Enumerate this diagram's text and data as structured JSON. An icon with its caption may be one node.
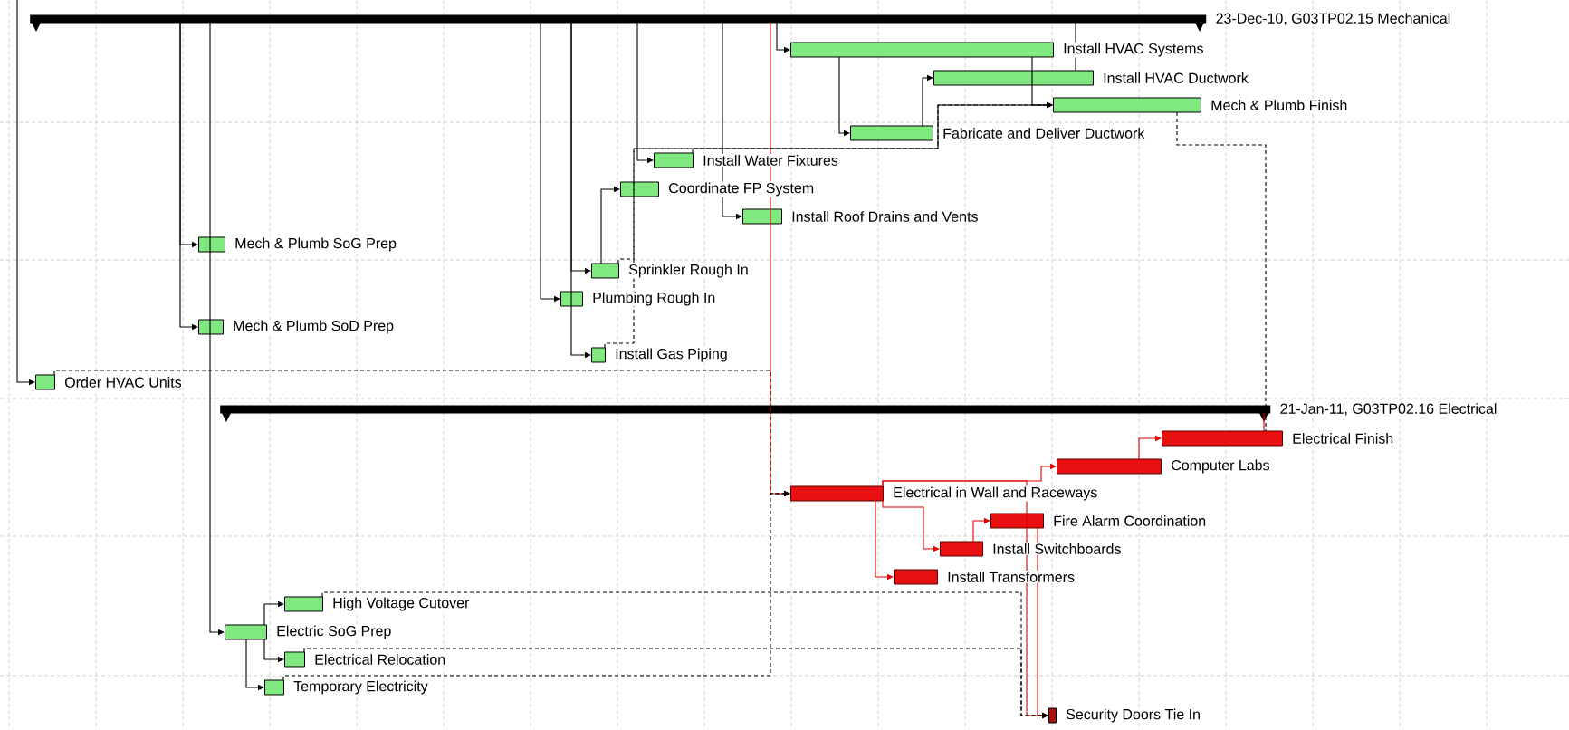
{
  "diagram": {
    "nodes": [
      {
        "text": [],
        "shape": "bar",
        "beside": [
          "23-Dec-10, G03TP02.15 Mechanical"
        ]
      },
      {
        "text": [],
        "shape": "bar",
        "beside": [
          "Install HVAC Systems"
        ]
      },
      {
        "text": [],
        "shape": "bar",
        "beside": [
          "Install HVAC Ductwork"
        ]
      },
      {
        "text": [],
        "shape": "bar",
        "beside": [
          "Mech & Plumb Finish"
        ]
      },
      {
        "text": [],
        "shape": "bar",
        "beside": [
          "Fabricate and Deliver Ductwork"
        ]
      },
      {
        "text": [],
        "shape": "bar",
        "beside": [
          "Install Water Fixtures"
        ]
      },
      {
        "text": [],
        "shape": "bar",
        "beside": [
          "Coordinate FP System"
        ]
      },
      {
        "text": [],
        "shape": "bar",
        "beside": [
          "Install Roof Drains and Vents"
        ]
      },
      {
        "text": [],
        "shape": "bar",
        "beside": [
          "Mech & Plumb SoG Prep"
        ]
      },
      {
        "text": [],
        "shape": "bar",
        "beside": [
          "Sprinkler Rough In"
        ]
      },
      {
        "text": [],
        "shape": "bar",
        "beside": [
          "Plumbing Rough In"
        ]
      },
      {
        "text": [],
        "shape": "bar",
        "beside": [
          "Mech & Plumb SoD Prep"
        ]
      },
      {
        "text": [],
        "shape": "bar",
        "beside": [
          "Install Gas Piping"
        ]
      },
      {
        "text": [],
        "shape": "bar",
        "beside": [
          "Order HVAC Units"
        ]
      },
      {
        "text": [],
        "shape": "bar",
        "beside": [
          "21-Jan-11, G03TP02.16 Electrical"
        ]
      },
      {
        "text": [],
        "shape": "bar",
        "beside": [
          "Electrical Finish"
        ]
      },
      {
        "text": [],
        "shape": "bar",
        "beside": [
          "Computer Labs"
        ]
      },
      {
        "text": [],
        "shape": "bar",
        "beside": [
          "Electrical in Wall and Raceways"
        ]
      },
      {
        "text": [],
        "shape": "bar",
        "beside": [
          "Fire Alarm Coordination"
        ]
      },
      {
        "text": [],
        "shape": "bar",
        "beside": [
          "Install Switchboards"
        ]
      },
      {
        "text": [],
        "shape": "bar",
        "beside": [
          "Install Transformers"
        ]
      },
      {
        "text": [],
        "shape": "bar",
        "beside": [
          "High Voltage Cutover"
        ]
      },
      {
        "text": [],
        "shape": "bar",
        "beside": [
          "Electric SoG Prep"
        ]
      },
      {
        "text": [],
        "shape": "bar",
        "beside": [
          "Electrical Relocation"
        ]
      },
      {
        "text": [],
        "shape": "bar",
        "beside": [
          "Temporary Electricity"
        ]
      },
      {
        "text": [],
        "shape": "bar",
        "beside": [
          "Security Doors Tie In"
        ]
      }
    ],
    "edges": [
      {
        "from": null,
        "to": 13,
        "arrow": "to"
      },
      {
        "from": 0,
        "to": 8,
        "arrow": "to"
      },
      {
        "from": 0,
        "to": 11,
        "arrow": "to"
      },
      {
        "from": 0,
        "to": 22,
        "arrow": "to"
      },
      {
        "from": 0,
        "to": 10,
        "arrow": "to"
      },
      {
        "from": 0,
        "to": 9,
        "arrow": "to"
      },
      {
        "from": 0,
        "to": 12,
        "arrow": "to"
      },
      {
        "from": 0,
        "to": 5,
        "arrow": "to"
      },
      {
        "from": 0,
        "to": 7,
        "arrow": "to"
      },
      {
        "from": 0,
        "to": 1,
        "arrow": "to"
      },
      {
        "from": 0,
        "to": 17,
        "arrow": "to",
        "color": "#e00000"
      },
      {
        "from": 1,
        "to": 4,
        "arrow": "to"
      },
      {
        "from": 4,
        "to": 2,
        "arrow": "to"
      },
      {
        "from": 1,
        "to": 3,
        "arrow": "to"
      },
      {
        "from": 2,
        "to": 0,
        "arrow": "none"
      },
      {
        "from": 5,
        "to": 3,
        "arrow": "to",
        "style": "dashed"
      },
      {
        "from": 9,
        "to": 3,
        "arrow": "to",
        "style": "dashed"
      },
      {
        "from": 12,
        "to": 3,
        "arrow": "to",
        "style": "dashed"
      },
      {
        "from": 9,
        "to": 6,
        "arrow": "to"
      },
      {
        "from": 3,
        "to": 15,
        "arrow": "none",
        "style": "dashed"
      },
      {
        "from": 13,
        "to": 17,
        "arrow": "to",
        "style": "dashed"
      },
      {
        "from": 17,
        "to": 20,
        "arrow": "to",
        "color": "#e00000"
      },
      {
        "from": 17,
        "to": 19,
        "arrow": "to",
        "color": "#e00000"
      },
      {
        "from": 17,
        "to": 16,
        "arrow": "to",
        "color": "#e00000"
      },
      {
        "from": 19,
        "to": 18,
        "arrow": "to",
        "color": "#e00000"
      },
      {
        "from": 17,
        "to": 25,
        "arrow": "to",
        "color": "#e00000"
      },
      {
        "from": 18,
        "to": 25,
        "arrow": "to",
        "color": "#e00000"
      },
      {
        "from": 16,
        "to": 15,
        "arrow": "to",
        "color": "#e00000"
      },
      {
        "from": 14,
        "to": 15,
        "arrow": "none",
        "color": "#e00000"
      },
      {
        "from": 22,
        "to": 21,
        "arrow": "to"
      },
      {
        "from": 22,
        "to": 23,
        "arrow": "to"
      },
      {
        "from": 22,
        "to": 24,
        "arrow": "to"
      },
      {
        "from": 21,
        "to": 25,
        "arrow": "to",
        "style": "dashed"
      },
      {
        "from": 23,
        "to": 25,
        "arrow": "to",
        "style": "dashed"
      },
      {
        "from": 24,
        "to": 17,
        "arrow": "to",
        "style": "dashed"
      }
    ]
  }
}
